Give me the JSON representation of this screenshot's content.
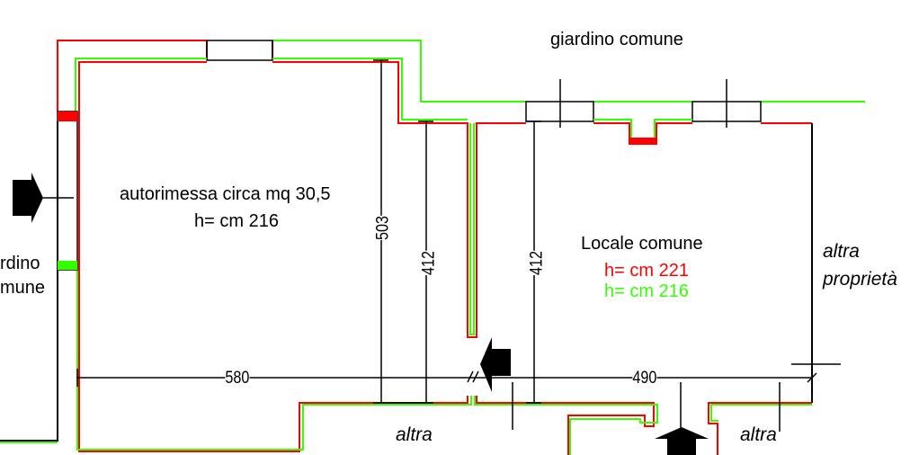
{
  "plan": {
    "garage": {
      "label": "autorimessa circa mq 30,5",
      "height": "h= cm 216"
    },
    "common_room": {
      "label": "Locale comune",
      "height_red": "h= cm 221",
      "height_green": "h= cm 216"
    },
    "top_label": "giardino comune",
    "left_label_line1": "rdino",
    "left_label_line2": "mune",
    "right_label_line1": "altra",
    "right_label_line2": "proprietà",
    "bottom_label_left": "altra",
    "bottom_label_right": "altra",
    "dimensions": {
      "d503": "503",
      "d412a": "412",
      "d412b": "412",
      "d580": "580",
      "d490": "490"
    },
    "colors": {
      "red": "#ff0000",
      "green": "#33ff00",
      "black": "#000000"
    }
  }
}
